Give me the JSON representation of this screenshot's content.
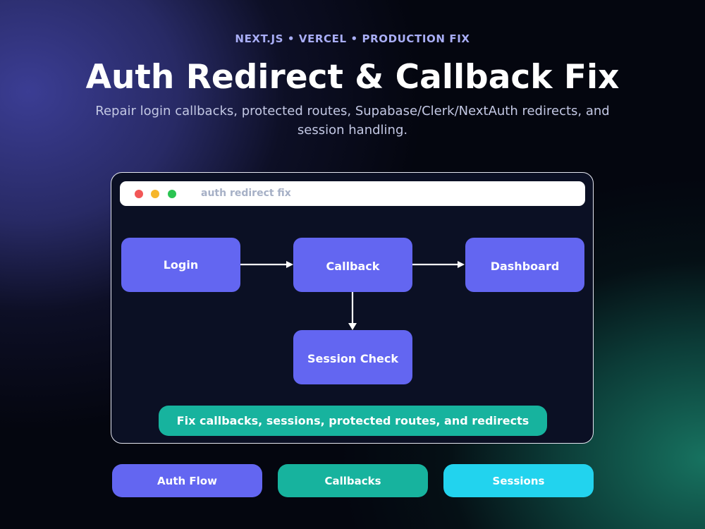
{
  "header": {
    "eyebrow": "NEXT.JS • VERCEL • PRODUCTION FIX",
    "title": "Auth Redirect & Callback Fix",
    "subtitle": "Repair login callbacks, protected routes, Supabase/Clerk/NextAuth redirects, and session handling."
  },
  "window": {
    "title": "auth redirect fix",
    "controls": [
      "close-dot",
      "minimize-dot",
      "maximize-dot"
    ]
  },
  "flow": {
    "nodes": {
      "login": "Login",
      "callback": "Callback",
      "dashboard": "Dashboard",
      "session_check": "Session Check"
    },
    "edges": [
      {
        "from": "Login",
        "to": "Callback"
      },
      {
        "from": "Callback",
        "to": "Dashboard"
      },
      {
        "from": "Callback",
        "to": "Session Check"
      }
    ],
    "banner": "Fix callbacks, sessions, protected routes, and redirects"
  },
  "tags": {
    "auth_flow": "Auth Flow",
    "callbacks": "Callbacks",
    "sessions": "Sessions"
  },
  "colors": {
    "node": "#6366f1",
    "teal": "#17b39e",
    "cyan": "#22d3ee",
    "window_bg": "#0b1024",
    "eyebrow": "#a9aef6"
  }
}
